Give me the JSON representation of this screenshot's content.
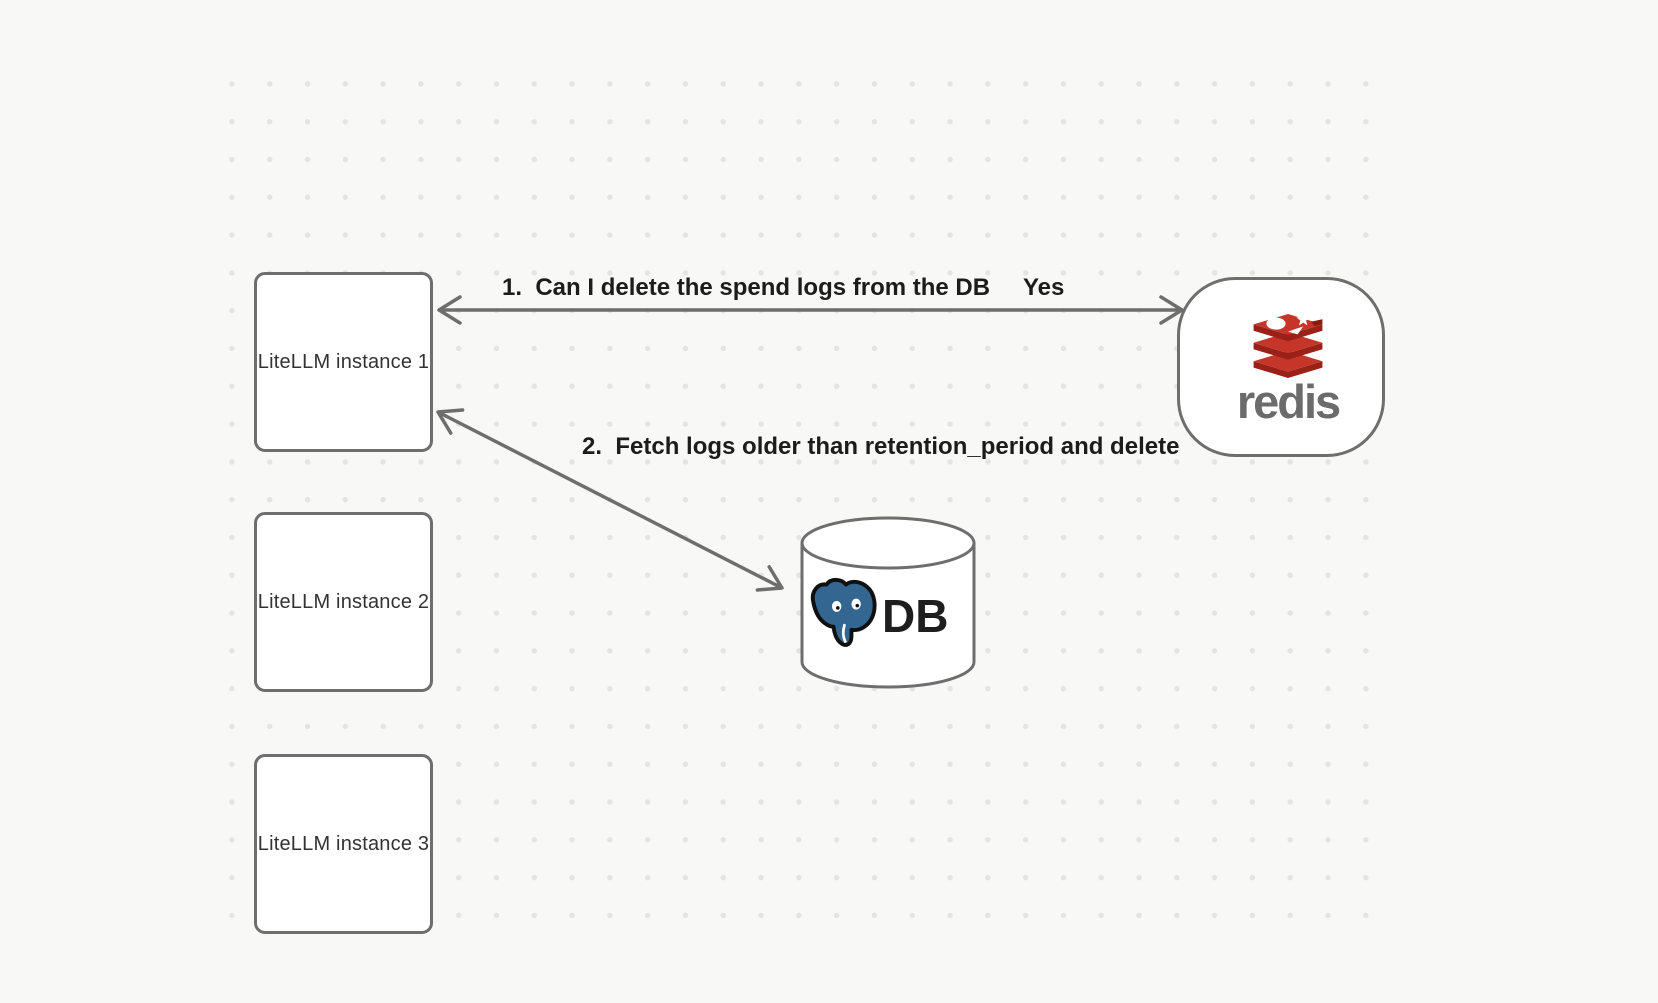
{
  "canvas": {
    "background": "#f8f8f6",
    "dot_color": "#e4e4e2",
    "stroke_color": "#6e6e6e"
  },
  "nodes": {
    "litellm_instances": [
      {
        "label": "LiteLLM instance 1"
      },
      {
        "label": "LiteLLM instance 2"
      },
      {
        "label": "LiteLLM instance 3"
      }
    ],
    "redis": {
      "wordmark": "redis",
      "icon": "redis-stack-logo",
      "red": "#c6352a",
      "red_dark": "#9a2117",
      "wordmark_color": "#6b6b6b"
    },
    "db": {
      "label": "DB",
      "icon": "postgresql-elephant-logo",
      "blue": "#336791"
    }
  },
  "arrows": [
    {
      "label": "1.  Can I delete the spend logs from the DB",
      "response": "Yes",
      "from": "LiteLLM instance 1",
      "to": "redis",
      "style": "double-headed"
    },
    {
      "label": "2.  Fetch logs older than retention_period and delete",
      "from": "LiteLLM instance 1",
      "to": "DB",
      "style": "double-headed"
    }
  ]
}
